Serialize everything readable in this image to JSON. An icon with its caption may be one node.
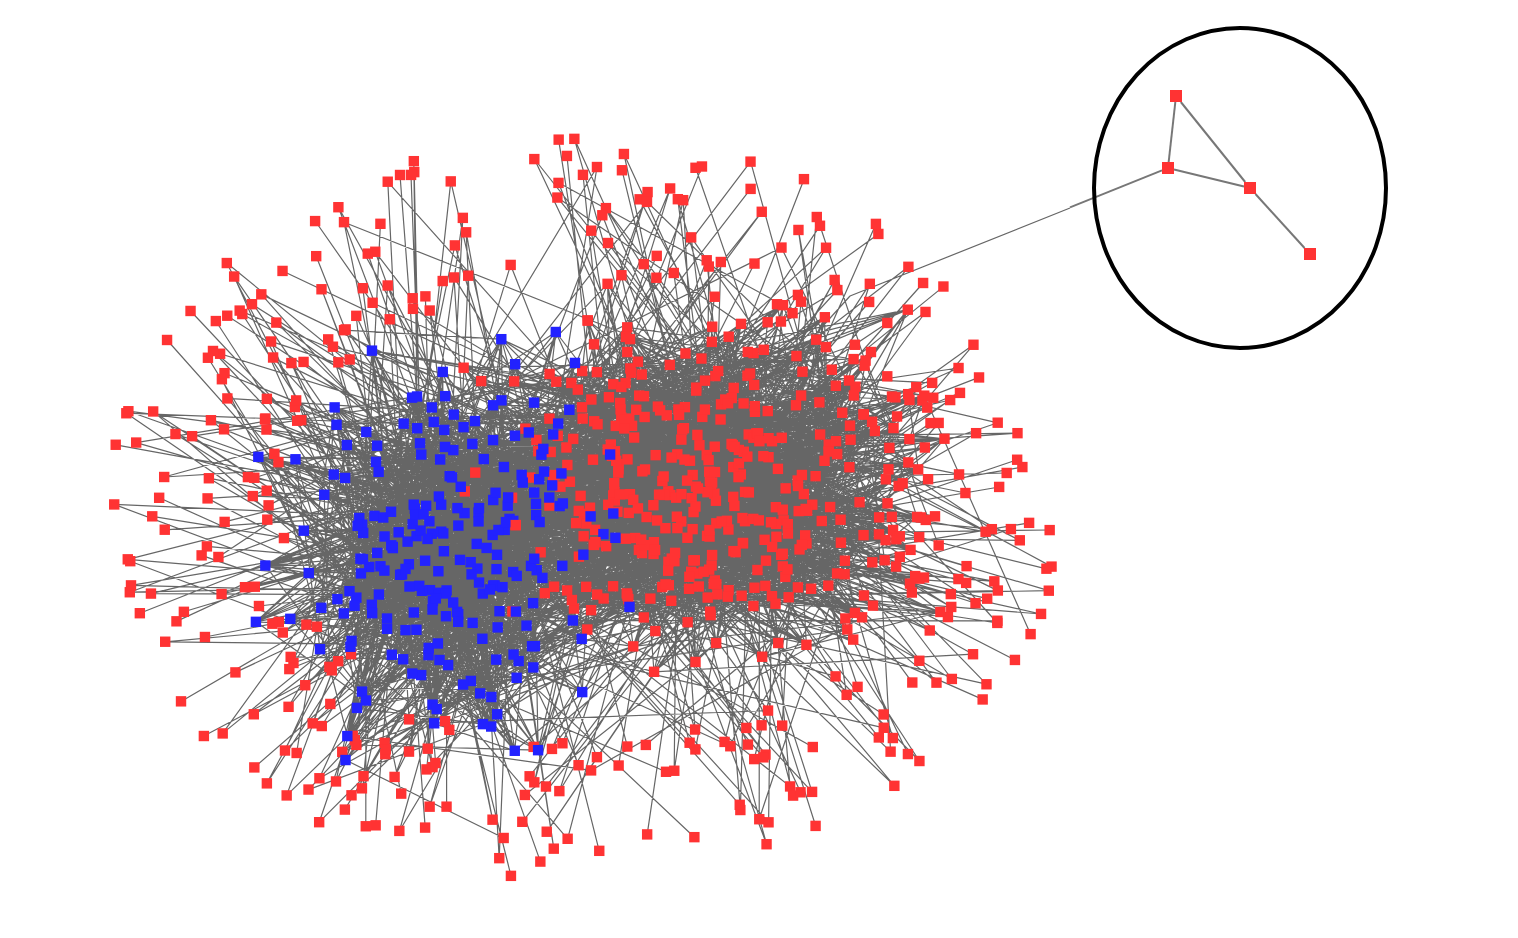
{
  "diagram": {
    "nodes": [
      {
        "text": [],
        "shape": "picture"
      },
      {
        "text": [],
        "shape": "circle"
      },
      {
        "text": [],
        "shape": "box",
        "in": 1
      },
      {
        "text": [],
        "shape": "box",
        "in": 1
      },
      {
        "text": [],
        "shape": "box",
        "in": 1
      },
      {
        "text": [],
        "shape": "box",
        "in": 1
      }
    ],
    "edges": [
      {
        "from": 0,
        "to": 3,
        "arrow": "none"
      },
      {
        "from": 2,
        "to": 3,
        "arrow": "none"
      },
      {
        "from": 2,
        "to": 4,
        "arrow": "none"
      },
      {
        "from": 3,
        "to": 4,
        "arrow": "none"
      },
      {
        "from": 4,
        "to": 5,
        "arrow": "none"
      }
    ]
  }
}
